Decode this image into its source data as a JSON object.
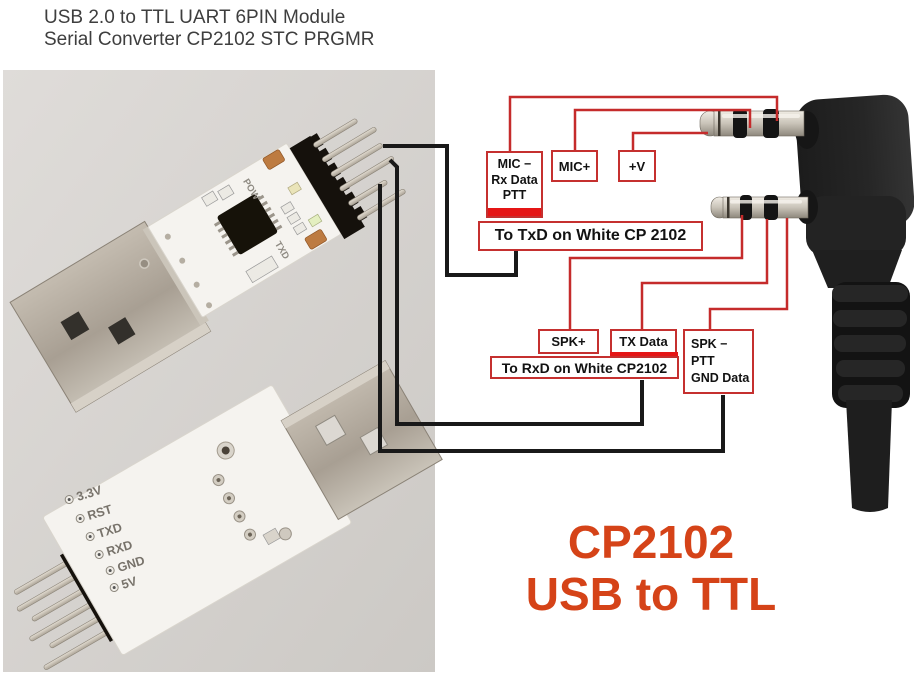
{
  "title": {
    "line1": "USB 2.0 to TTL UART 6PIN Module",
    "line2": "Serial Converter CP2102 STC PRGMR"
  },
  "wiring": {
    "mic_minus": [
      "MIC −",
      "Rx Data",
      "PTT"
    ],
    "mic_plus": "MIC+",
    "plus_v": "+V",
    "to_txd_note": "To TxD on White CP 2102",
    "spk_plus": "SPK+",
    "tx_data": "TX Data",
    "to_rxd_note": "To RxD on White CP2102",
    "spk_minus": [
      "SPK −",
      "PTT",
      "GND Data"
    ]
  },
  "module_photos": {
    "pin_labels": [
      "3.3V",
      "RST",
      "TXD",
      "RXD",
      "GND",
      "5V"
    ],
    "pcb_text_pow": "POW",
    "pcb_text_txd": "TXD"
  },
  "caption": {
    "line1": "CP2102",
    "line2": "USB to TTL"
  },
  "colors": {
    "wire_red": "#c52b2b",
    "wire_black": "#191919",
    "box_border": "#c5302f",
    "highlight_bar": "#e51515",
    "caption_text": "#d54318",
    "title_text": "#3e3e3e",
    "photo_bg": "#d6d3cf"
  }
}
